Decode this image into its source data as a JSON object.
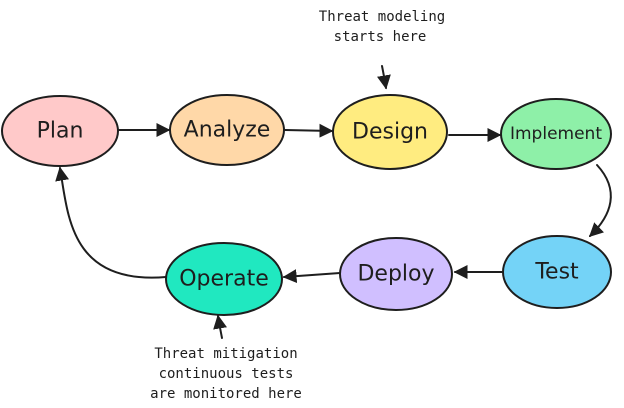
{
  "nodes": {
    "plan": {
      "label": "Plan",
      "color": "#ffc9c9"
    },
    "analyze": {
      "label": "Analyze",
      "color": "#ffd8a8"
    },
    "design": {
      "label": "Design",
      "color": "#ffec80"
    },
    "implement": {
      "label": "Implement",
      "color": "#8ef0a8"
    },
    "test": {
      "label": "Test",
      "color": "#74d3f7"
    },
    "deploy": {
      "label": "Deploy",
      "color": "#d0bfff"
    },
    "operate": {
      "label": "Operate",
      "color": "#20e8c0"
    }
  },
  "notes": {
    "design_note": {
      "line1": "Threat modeling",
      "line2": "starts here"
    },
    "operate_note": {
      "line1": "Threat mitigation",
      "line2": "continuous tests",
      "line3": "are monitored here"
    }
  }
}
